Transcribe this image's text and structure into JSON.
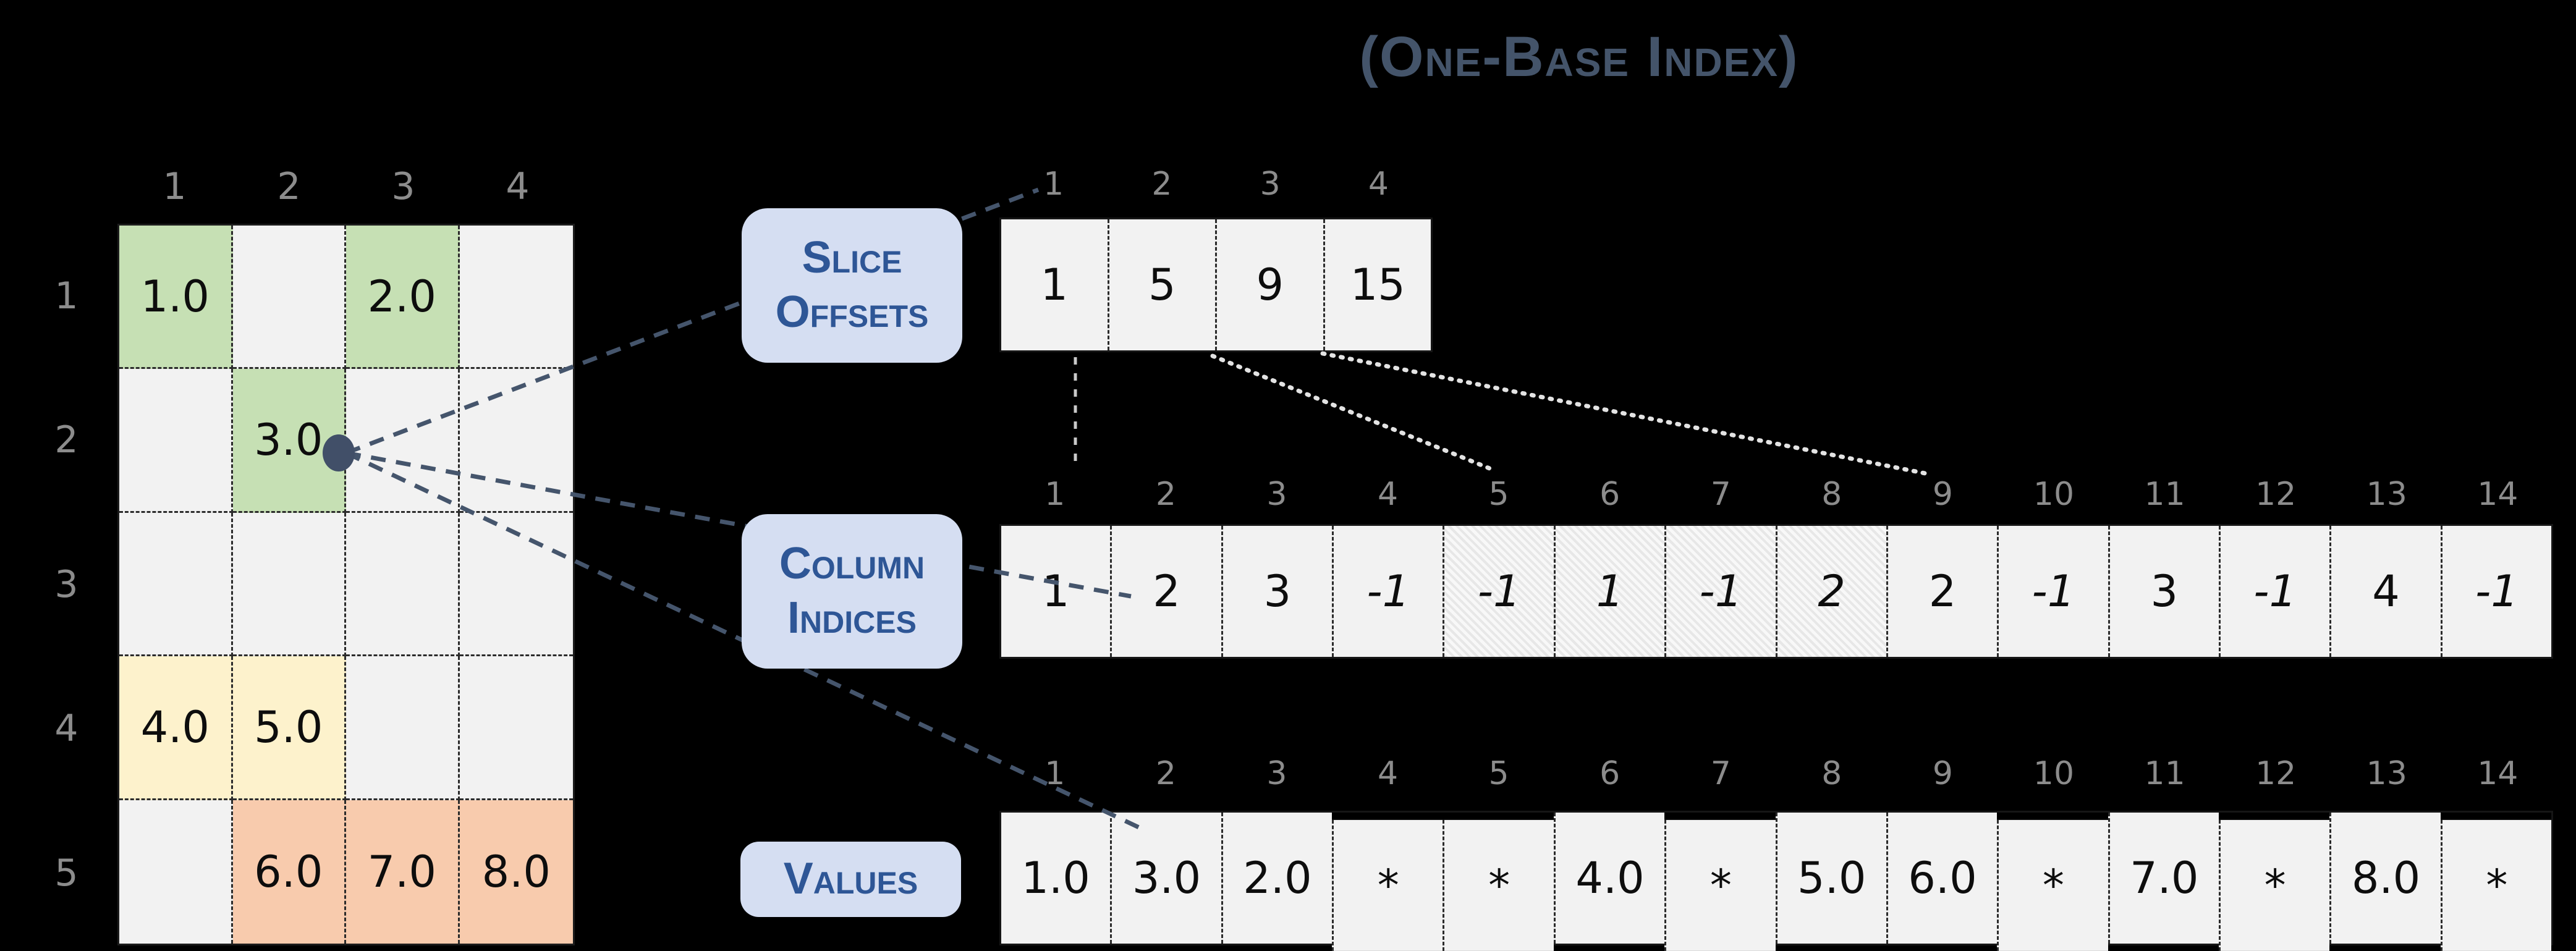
{
  "title": "(One-Base Index)",
  "colors": {
    "background": "#000000",
    "title_text": "#44546a",
    "label_box_fill": "#d5def2",
    "label_box_text": "#2e5696",
    "index_label": "#8c8c8c",
    "cell_default": "#f2f2f2",
    "slice1_green": "#c6e0b4",
    "slice2_yellow": "#fdf2cc",
    "slice3_orange": "#f8cbad",
    "connector_dark": "#45556c",
    "connector_light": "#e3e3e3"
  },
  "matrix": {
    "col_labels": [
      "1",
      "2",
      "3",
      "4"
    ],
    "row_labels": [
      "1",
      "2",
      "3",
      "4",
      "5"
    ],
    "rows": [
      [
        "1.0",
        "",
        "2.0",
        ""
      ],
      [
        "",
        "3.0",
        "",
        ""
      ],
      [
        "",
        "",
        "",
        ""
      ],
      [
        "4.0",
        "5.0",
        "",
        ""
      ],
      [
        "",
        "6.0",
        "7.0",
        "8.0"
      ]
    ]
  },
  "slice_offsets": {
    "label": [
      "Slice",
      "Offsets"
    ],
    "indices": [
      "1",
      "2",
      "3",
      "4"
    ],
    "values": [
      "1",
      "5",
      "9",
      "15"
    ]
  },
  "column_indices": {
    "label": [
      "Column",
      "Indices"
    ],
    "indices": [
      "1",
      "2",
      "3",
      "4",
      "5",
      "6",
      "7",
      "8",
      "9",
      "10",
      "11",
      "12",
      "13",
      "14"
    ],
    "values": [
      "1",
      "2",
      "3",
      "-1",
      "-1",
      "1",
      "-1",
      "2",
      "2",
      "-1",
      "3",
      "-1",
      "4",
      "-1"
    ]
  },
  "values_array": {
    "label": "Values",
    "indices": [
      "1",
      "2",
      "3",
      "4",
      "5",
      "6",
      "7",
      "8",
      "9",
      "10",
      "11",
      "12",
      "13",
      "14"
    ],
    "values": [
      "1.0",
      "3.0",
      "2.0",
      "*",
      "*",
      "4.0",
      "*",
      "5.0",
      "6.0",
      "*",
      "7.0",
      "*",
      "8.0",
      "*"
    ]
  }
}
